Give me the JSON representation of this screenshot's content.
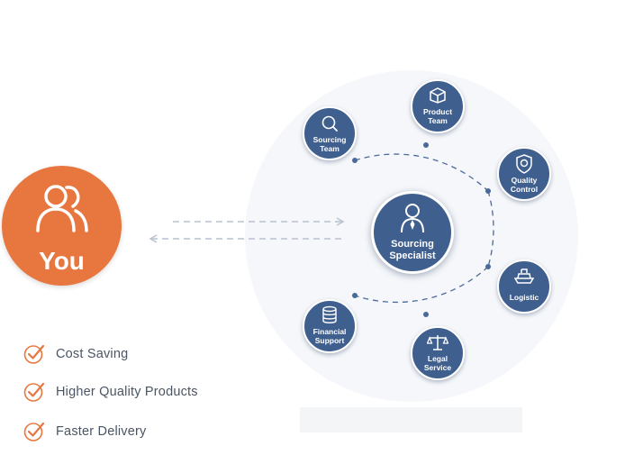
{
  "you": {
    "label": "You"
  },
  "center": {
    "label_line1": "Sourcing",
    "label_line2": "Specialist"
  },
  "nodes": [
    {
      "id": "product-team",
      "line1": "Product",
      "line2": "Team",
      "icon": "box-icon"
    },
    {
      "id": "sourcing-team",
      "line1": "Sourcing",
      "line2": "Team",
      "icon": "magnifier-icon"
    },
    {
      "id": "quality-control",
      "line1": "Quality",
      "line2": "Control",
      "icon": "shield-icon"
    },
    {
      "id": "logistic",
      "line1": "Logistic",
      "line2": "",
      "icon": "ship-icon"
    },
    {
      "id": "legal-service",
      "line1": "Legal",
      "line2": "Service",
      "icon": "scales-icon"
    },
    {
      "id": "financial-support",
      "line1": "Financial",
      "line2": "Support",
      "icon": "coins-icon"
    }
  ],
  "benefits": [
    {
      "label": "Cost Saving",
      "icon": "check-circle-icon"
    },
    {
      "label": "Higher Quality Products",
      "icon": "check-circle-icon"
    },
    {
      "label": "Faster Delivery",
      "icon": "check-circle-icon"
    }
  ],
  "colors": {
    "accent": "#e8773f",
    "node": "#3f5f8f",
    "connector": "#4a6a9a",
    "text": "#4a5563"
  }
}
